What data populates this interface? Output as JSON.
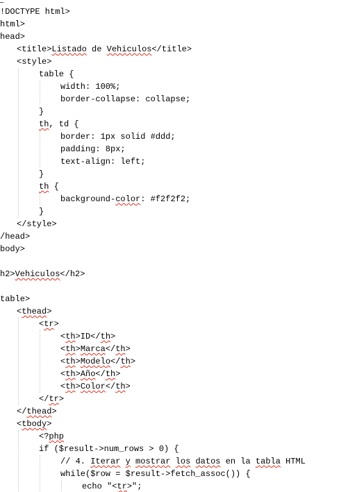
{
  "editor": {
    "lines": [
      {
        "indent": 0,
        "parts": [
          {
            "t": "!DOCTYPE html>"
          }
        ]
      },
      {
        "indent": 0,
        "parts": [
          {
            "t": "html>"
          }
        ]
      },
      {
        "indent": 0,
        "parts": [
          {
            "t": "head>"
          }
        ]
      },
      {
        "indent": 1,
        "parts": [
          {
            "t": "<title>"
          },
          {
            "t": "Listado",
            "sq": true
          },
          {
            "t": " de "
          },
          {
            "t": "Vehiculos",
            "sq": true
          },
          {
            "t": "</title>"
          }
        ]
      },
      {
        "indent": 1,
        "parts": [
          {
            "t": "<style>"
          }
        ]
      },
      {
        "indent": 2,
        "parts": [
          {
            "t": "table {"
          }
        ]
      },
      {
        "indent": 3,
        "parts": [
          {
            "t": "width: 100%;"
          }
        ]
      },
      {
        "indent": 3,
        "parts": [
          {
            "t": "border-collapse: collapse;"
          }
        ]
      },
      {
        "indent": 2,
        "parts": [
          {
            "t": "}"
          }
        ]
      },
      {
        "indent": 2,
        "parts": [
          {
            "t": "th",
            "sq": true
          },
          {
            "t": ", td {"
          }
        ]
      },
      {
        "indent": 3,
        "parts": [
          {
            "t": "border: 1px solid #ddd;"
          }
        ]
      },
      {
        "indent": 3,
        "parts": [
          {
            "t": "padding: 8px;"
          }
        ]
      },
      {
        "indent": 3,
        "parts": [
          {
            "t": "text-align: left;"
          }
        ]
      },
      {
        "indent": 2,
        "parts": [
          {
            "t": "}"
          }
        ]
      },
      {
        "indent": 2,
        "parts": [
          {
            "t": "th",
            "sq": true
          },
          {
            "t": " {"
          }
        ]
      },
      {
        "indent": 3,
        "parts": [
          {
            "t": "background-"
          },
          {
            "t": "color",
            "sq": true
          },
          {
            "t": ": #f2f2f2;"
          }
        ]
      },
      {
        "indent": 2,
        "parts": [
          {
            "t": "}"
          }
        ]
      },
      {
        "indent": 1,
        "parts": [
          {
            "t": "</style>"
          }
        ]
      },
      {
        "indent": 0,
        "parts": [
          {
            "t": "/head>"
          }
        ]
      },
      {
        "indent": 0,
        "parts": [
          {
            "t": "body>"
          }
        ]
      },
      {
        "indent": 0,
        "parts": [
          {
            "t": ""
          }
        ]
      },
      {
        "indent": 0,
        "parts": [
          {
            "t": "h2>"
          },
          {
            "t": "Vehiculos",
            "sq": true
          },
          {
            "t": "</h2>"
          }
        ]
      },
      {
        "indent": 0,
        "parts": [
          {
            "t": ""
          }
        ]
      },
      {
        "indent": 0,
        "parts": [
          {
            "t": "table>"
          }
        ]
      },
      {
        "indent": 1,
        "parts": [
          {
            "t": "<"
          },
          {
            "t": "thead",
            "sq": true
          },
          {
            "t": ">"
          }
        ]
      },
      {
        "indent": 2,
        "parts": [
          {
            "t": "<"
          },
          {
            "t": "tr",
            "sq": true
          },
          {
            "t": ">"
          }
        ]
      },
      {
        "indent": 3,
        "parts": [
          {
            "t": "<"
          },
          {
            "t": "th",
            "sq": true
          },
          {
            "t": ">ID</"
          },
          {
            "t": "th",
            "sq": true
          },
          {
            "t": ">"
          }
        ]
      },
      {
        "indent": 3,
        "parts": [
          {
            "t": "<"
          },
          {
            "t": "th",
            "sq": true
          },
          {
            "t": ">"
          },
          {
            "t": "Marca",
            "sq": true
          },
          {
            "t": "</"
          },
          {
            "t": "th",
            "sq": true
          },
          {
            "t": ">"
          }
        ]
      },
      {
        "indent": 3,
        "parts": [
          {
            "t": "<"
          },
          {
            "t": "th",
            "sq": true
          },
          {
            "t": ">"
          },
          {
            "t": "Modelo",
            "sq": true
          },
          {
            "t": "</"
          },
          {
            "t": "th",
            "sq": true
          },
          {
            "t": ">"
          }
        ]
      },
      {
        "indent": 3,
        "parts": [
          {
            "t": "<"
          },
          {
            "t": "th",
            "sq": true
          },
          {
            "t": ">"
          },
          {
            "t": "Año",
            "sq": true
          },
          {
            "t": "</"
          },
          {
            "t": "th",
            "sq": true
          },
          {
            "t": ">"
          }
        ]
      },
      {
        "indent": 3,
        "parts": [
          {
            "t": "<"
          },
          {
            "t": "th",
            "sq": true
          },
          {
            "t": ">"
          },
          {
            "t": "Color",
            "sq": true
          },
          {
            "t": "</"
          },
          {
            "t": "th",
            "sq": true
          },
          {
            "t": ">"
          }
        ]
      },
      {
        "indent": 2,
        "parts": [
          {
            "t": "</"
          },
          {
            "t": "tr",
            "sq": true
          },
          {
            "t": ">"
          }
        ]
      },
      {
        "indent": 1,
        "parts": [
          {
            "t": "</"
          },
          {
            "t": "thead",
            "sq": true
          },
          {
            "t": ">"
          }
        ]
      },
      {
        "indent": 1,
        "parts": [
          {
            "t": "<"
          },
          {
            "t": "tbody",
            "sq": true
          },
          {
            "t": ">"
          }
        ]
      },
      {
        "indent": 2,
        "parts": [
          {
            "t": "<?"
          },
          {
            "t": "php",
            "sq": true
          }
        ]
      },
      {
        "indent": 2,
        "parts": [
          {
            "t": "if ($result->num_rows > 0) {"
          }
        ]
      },
      {
        "indent": 3,
        "parts": [
          {
            "t": "// 4. "
          },
          {
            "t": "Iterar",
            "sq": true
          },
          {
            "t": " "
          },
          {
            "t": "y",
            "sq": true
          },
          {
            "t": " "
          },
          {
            "t": "mostrar",
            "sq": true
          },
          {
            "t": " "
          },
          {
            "t": "los",
            "sq": true
          },
          {
            "t": " "
          },
          {
            "t": "datos",
            "sq": true
          },
          {
            "t": " en la "
          },
          {
            "t": "tabla",
            "sq": true
          },
          {
            "t": " HTML"
          }
        ]
      },
      {
        "indent": 3,
        "parts": [
          {
            "t": "while($row = $result->fetch_assoc()) {"
          }
        ]
      },
      {
        "indent": 4,
        "parts": [
          {
            "t": "echo \"<"
          },
          {
            "t": "tr",
            "sq": true
          },
          {
            "t": ">\";"
          }
        ]
      }
    ]
  }
}
